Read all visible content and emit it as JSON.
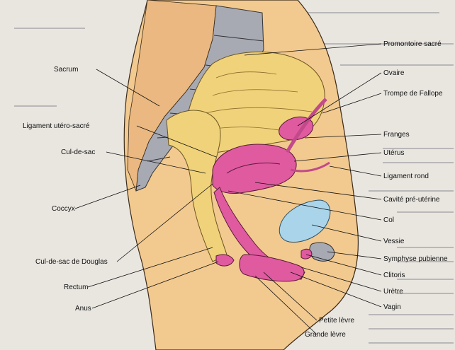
{
  "labels": {
    "promontoire": "Promontoire sacré",
    "sacrum": "Sacrum",
    "ovaire": "Ovaire",
    "trompe": "Trompe de Fallope",
    "ligament_utero_sacre": "Ligament utéro-sacré",
    "franges": "Franges",
    "cul_de_sac": "Cul-de-sac",
    "uterus": "Utérus",
    "ligament_rond": "Ligament rond",
    "coccyx": "Coccyx",
    "cavite": "Cavité pré-utérine",
    "col": "Col",
    "vessie": "Vessie",
    "douglas": "Cul-de-sac de Douglas",
    "symphyse": "Symphyse pubienne",
    "rectum": "Rectum",
    "clitoris": "Clitoris",
    "uretre": "Urètre",
    "anus": "Anus",
    "vagin": "Vagin",
    "petite_levre": "Petite lèvre",
    "grande_levre": "Grande lèvre"
  },
  "colors": {
    "skin": "#f2c98f",
    "bone": "#a7a9b3",
    "intestine": "#f0d27a",
    "uterus": "#e05aa0",
    "bladder": "#a9d4ea",
    "page": "#e9e6e0"
  }
}
